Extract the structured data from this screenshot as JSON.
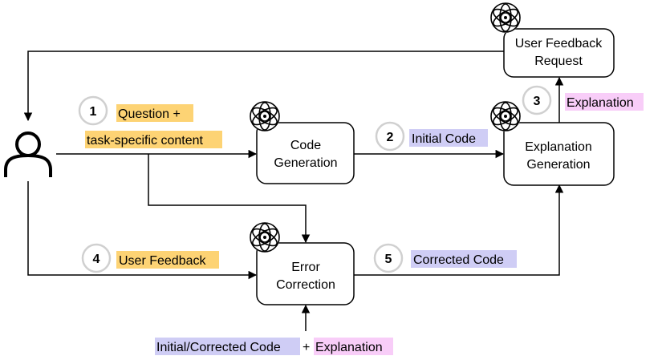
{
  "nodes": {
    "code_generation": [
      "Code",
      "Generation"
    ],
    "explanation_generation": [
      "Explanation",
      "Generation"
    ],
    "error_correction": [
      "Error",
      "Correction"
    ],
    "user_feedback_request": [
      "User Feedback",
      "Request"
    ]
  },
  "steps": {
    "step1": {
      "number": "1",
      "labels": [
        "Question +",
        "task-specific content"
      ]
    },
    "step2": {
      "number": "2",
      "label": "Initial Code"
    },
    "step3": {
      "number": "3",
      "label": "Explanation"
    },
    "step4": {
      "number": "4",
      "label": "User Feedback"
    },
    "step5": {
      "number": "5",
      "label": "Corrected Code"
    }
  },
  "bottom_input": {
    "code_label": "Initial/Corrected Code",
    "plus": "+",
    "explanation_label": "Explanation"
  },
  "colors": {
    "user_input_highlight": "#fdd374",
    "code_highlight": "#cfcdf5",
    "explanation_highlight": "#f8cdf8"
  },
  "icons": [
    "user-icon",
    "llm-icon"
  ]
}
